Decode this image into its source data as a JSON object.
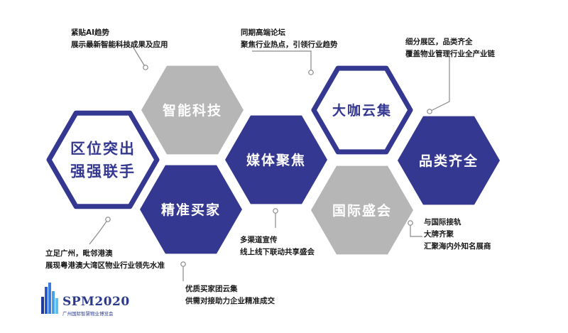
{
  "colors": {
    "navy": "#343890",
    "gray": "#b6b6b6",
    "white": "#ffffff",
    "text_light": "#ffffff",
    "text_dark": "#343890",
    "line": "#8a8a8a"
  },
  "hexagons": [
    {
      "id": "location",
      "lines": [
        "区位突出",
        "强强联手"
      ],
      "style": "outline-navy"
    },
    {
      "id": "smart-tech",
      "lines": [
        "智能科技"
      ],
      "style": "filled-gray"
    },
    {
      "id": "precise-buyers",
      "lines": [
        "精准买家"
      ],
      "style": "filled-navy"
    },
    {
      "id": "media",
      "lines": [
        "媒体聚焦"
      ],
      "style": "filled-navy"
    },
    {
      "id": "big-names",
      "lines": [
        "大咖云集"
      ],
      "style": "outline-navy"
    },
    {
      "id": "intl-event",
      "lines": [
        "国际盛会"
      ],
      "style": "filled-gray"
    },
    {
      "id": "categories",
      "lines": [
        "品类齐全"
      ],
      "style": "filled-navy"
    }
  ],
  "annotations": [
    {
      "id": "ai-trend",
      "lines": [
        "紧贴AI趋势",
        "展示最新智能科技成果及应用"
      ]
    },
    {
      "id": "forum",
      "lines": [
        "同期高端论坛",
        "聚焦行业热点，引领行业趋势"
      ]
    },
    {
      "id": "exhibition-zones",
      "lines": [
        "细分展区，品类齐全",
        "覆盖物业管理行业全产业链"
      ]
    },
    {
      "id": "guangzhou",
      "lines": [
        "立足广州，毗邻港澳",
        "展现粤港澳大湾区物业行业领先水准"
      ]
    },
    {
      "id": "channels",
      "lines": [
        "多渠道宣传",
        "线上线下联动共享盛会"
      ]
    },
    {
      "id": "intl",
      "lines": [
        "与国际接轨",
        "大牌齐聚",
        "汇聚海内外知名展商"
      ]
    },
    {
      "id": "buyers",
      "lines": [
        "优质买家团云集",
        "供需对接助力企业精准成交"
      ]
    }
  ],
  "logo": {
    "title": "SPM2020",
    "subtitle": "广州国际智慧物业博览会"
  }
}
